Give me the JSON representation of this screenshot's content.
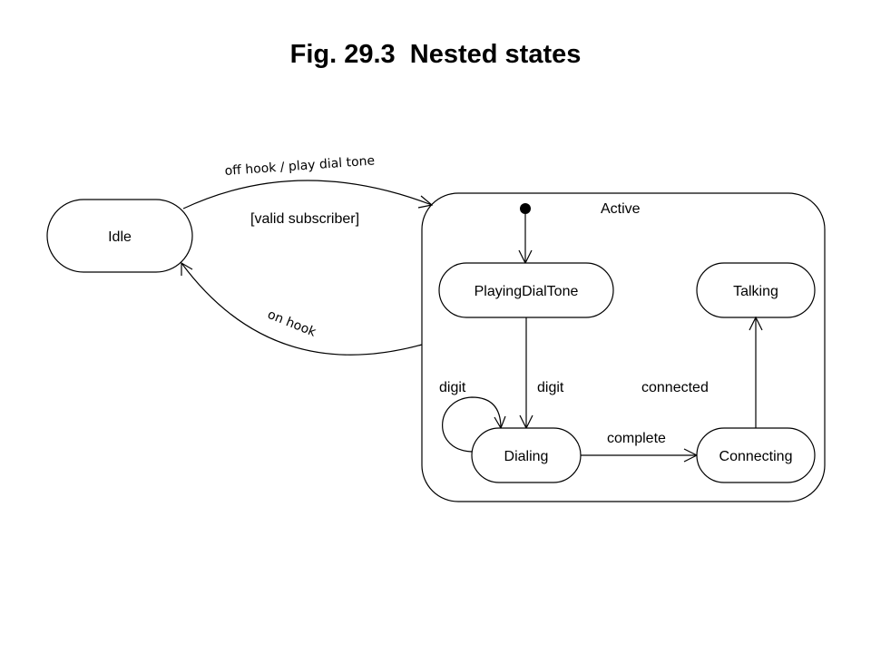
{
  "title": "Fig. 29.3  Nested states",
  "states": {
    "idle": "Idle",
    "active": "Active",
    "playing_dial_tone": "PlayingDialTone",
    "talking": "Talking",
    "dialing": "Dialing",
    "connecting": "Connecting"
  },
  "transitions": {
    "off_hook": "off hook / play dial tone",
    "guard_valid_subscriber": "[valid subscriber]",
    "on_hook": "on hook",
    "digit_self": "digit",
    "digit": "digit",
    "complete": "complete",
    "connected": "connected"
  },
  "colors": {
    "line": "#000000",
    "background": "#ffffff"
  }
}
